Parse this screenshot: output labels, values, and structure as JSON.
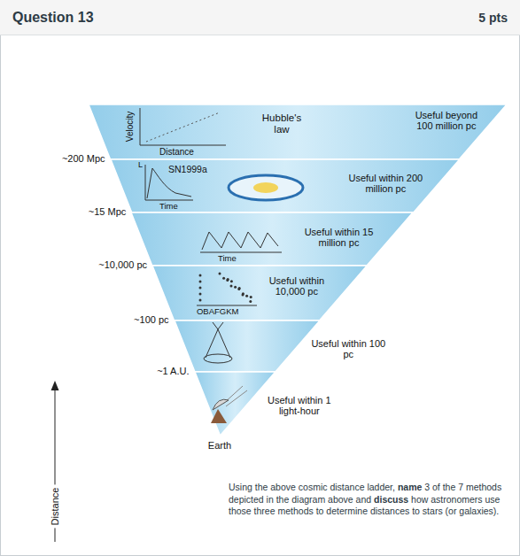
{
  "diagram": {
    "nodes": [
      {
        "text": [
          "Question 13",
          "5 pts"
        ]
      },
      {
        "text": [
          "Velocity",
          "Distance",
          "Hubble's law",
          "Useful beyond 100 million pc"
        ]
      },
      {
        "text": [
          "L",
          "SN1999a",
          "Time",
          "Useful within 200 million pc"
        ]
      },
      {
        "text": [
          "Time",
          "Useful within 15 million pc"
        ]
      },
      {
        "text": [
          "OBAFGKM",
          "Useful within 10,000 pc"
        ]
      },
      {
        "text": [
          "Useful within 100 pc"
        ]
      },
      {
        "text": [
          "Useful within 1 light-hour"
        ]
      }
    ],
    "labels": [
      "~200 Mpc",
      "~15 Mpc",
      "~10,000 pc",
      "~100 pc",
      "~1 A.U.",
      "Earth",
      "Distance",
      "Using the above cosmic distance ladder,",
      "name",
      "3 of the 7 methods depicted in the diagram above and",
      "discuss",
      "how astronomers use those three methods to determine distances to stars (or galaxies)."
    ]
  }
}
